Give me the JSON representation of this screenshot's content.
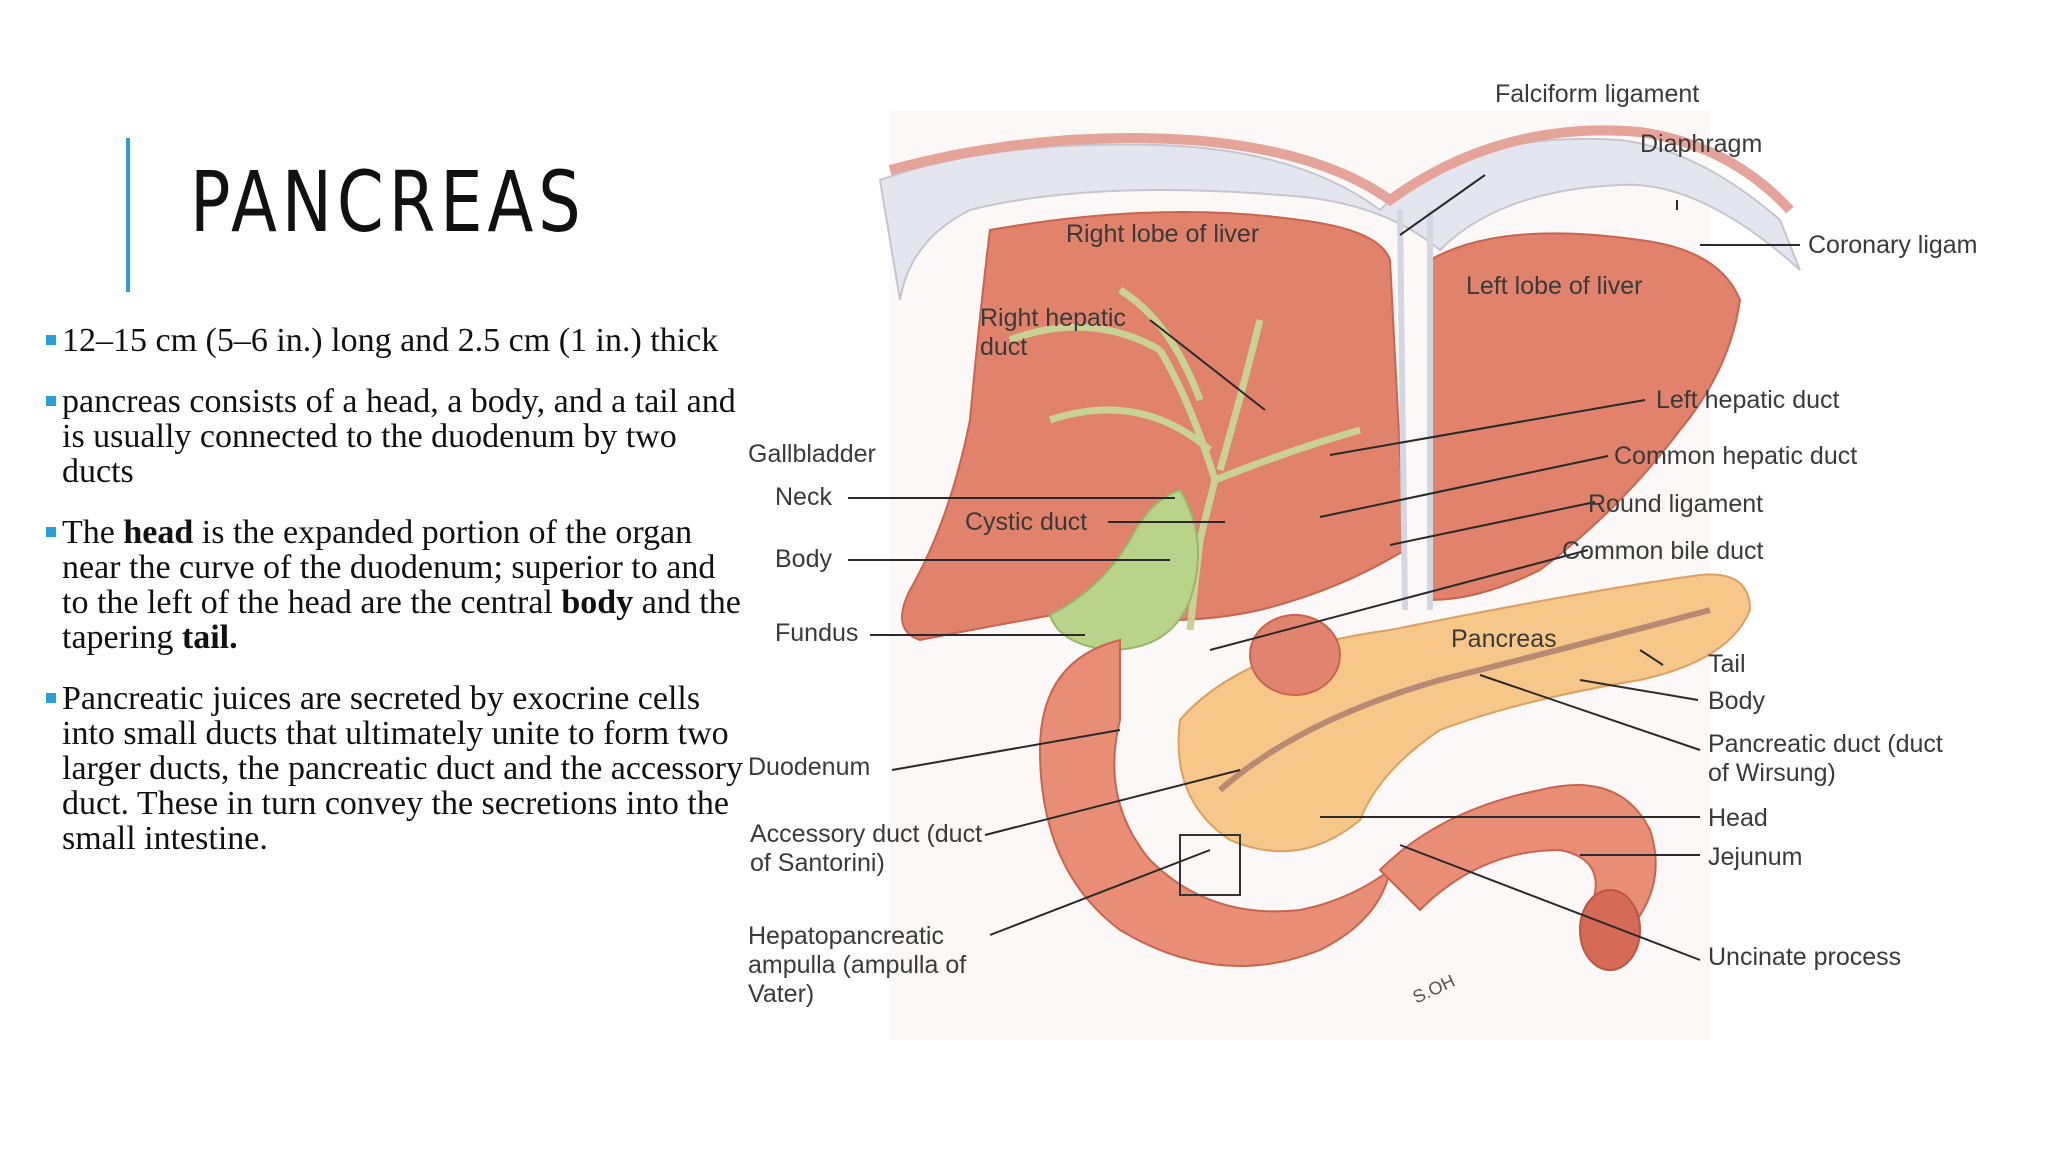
{
  "slide": {
    "title": "PANCREAS",
    "bullets": [
      {
        "parts": [
          {
            "t": "12–15 cm (5–6 in.) long and 2.5 cm (1 in.) thick",
            "b": false
          }
        ]
      },
      {
        "parts": [
          {
            "t": "pancreas consists of a head, a body, and a tail and is usually connected to the duodenum by two ducts",
            "b": false
          }
        ]
      },
      {
        "parts": [
          {
            "t": "The ",
            "b": false
          },
          {
            "t": "head",
            "b": true
          },
          {
            "t": " is the expanded portion of the organ near the curve of the duodenum; superior to and to the left of the head are the central ",
            "b": false
          },
          {
            "t": "body",
            "b": true
          },
          {
            "t": " and the tapering ",
            "b": false
          },
          {
            "t": "tail.",
            "b": true
          }
        ]
      },
      {
        "parts": [
          {
            "t": "Pancreatic juices are secreted by exocrine cells into small ducts that ultimately unite to form two larger ducts, the pancreatic duct and the accessory duct. These in turn convey the secretions into the small intestine.",
            "b": false
          }
        ]
      }
    ]
  },
  "figure": {
    "labels": {
      "falciform": "Falciform ligament",
      "diaphragm": "Diaphragm",
      "coronary": "Coronary ligam",
      "right_lobe": "Right lobe of liver",
      "left_lobe": "Left lobe of liver",
      "right_hepatic": "Right hepatic duct",
      "left_hepatic": "Left hepatic duct",
      "gallbladder": "Gallbladder",
      "common_hepatic": "Common hepatic duct",
      "neck": "Neck",
      "cystic": "Cystic duct",
      "round_lig": "Round ligament",
      "body_gb": "Body",
      "common_bile": "Common bile duct",
      "fundus": "Fundus",
      "pancreas": "Pancreas",
      "tail": "Tail",
      "body_pan": "Body",
      "duodenum": "Duodenum",
      "pancreatic_duct": "Pancreatic duct (duct of Wirsung)",
      "accessory": "Accessory duct (duct of Santorini)",
      "head": "Head",
      "jejunum": "Jejunum",
      "hepatopancreatic": "Hepatopancreatic ampulla (ampulla of Vater)",
      "uncinate": "Uncinate process",
      "signature": "S.OH"
    },
    "colors": {
      "liver": "#e0826c",
      "gallbladder": "#b9d48a",
      "pancreas": "#f6c788",
      "duodenum": "#e98e76",
      "accent": "#2a9fd6"
    }
  }
}
